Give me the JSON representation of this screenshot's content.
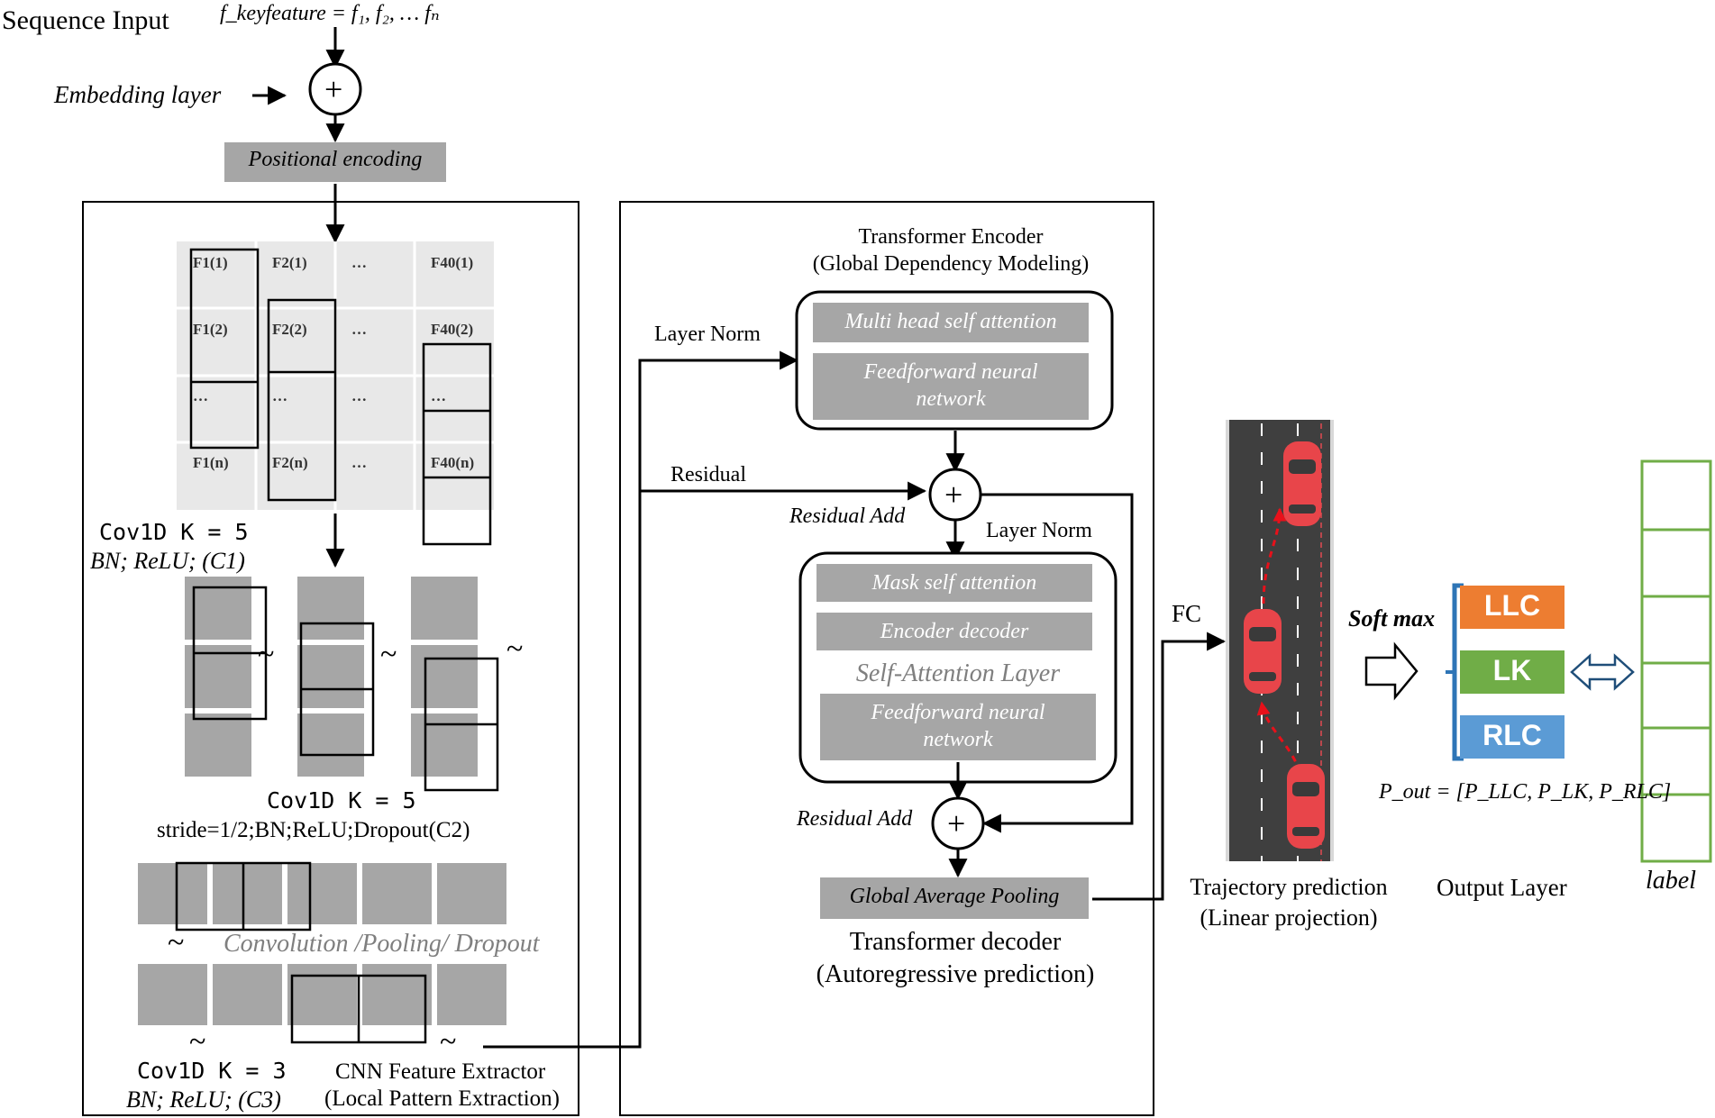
{
  "input": {
    "title": "Sequence Input",
    "formula": "f_keyfeature = f₁, f₂, … fₙ",
    "embedding": "Embedding layer",
    "positional": "Positional encoding"
  },
  "cnn": {
    "grid": {
      "row1": [
        "F1(1)",
        "F2(1)",
        "…",
        "F40(1)"
      ],
      "row2": [
        "F1(2)",
        "F2(2)",
        "…",
        "F40(2)"
      ],
      "row3": [
        "…",
        "…",
        "…",
        "…"
      ],
      "row4": [
        "F1(n)",
        "F2(n)",
        "…",
        "F40(n)"
      ]
    },
    "c1_line1": "Cov1D K = 5",
    "c1_line2": "BN; ReLU; (C1)",
    "c2_line1": "Cov1D K = 5",
    "c2_line2": "stride=1/2;BN;ReLU;Dropout(C2)",
    "conv_pool": "Convolution /Pooling/ Dropout",
    "c3_line1": "Cov1D K = 3",
    "c3_line2": "BN; ReLU; (C3)",
    "title_line1": "CNN Feature Extractor",
    "title_line2": "(Local Pattern Extraction)",
    "tilde": "~"
  },
  "transformer": {
    "encoder_line1": "Transformer Encoder",
    "encoder_line2": "(Global Dependency Modeling)",
    "mhsa": "Multi head self attention",
    "ffn_enc_1": "Feedforward neural",
    "ffn_enc_2": "network",
    "layer_norm_1": "Layer Norm",
    "residual": "Residual",
    "residual_add_1": "Residual Add",
    "layer_norm_2": "Layer Norm",
    "mask_attention": "Mask self attention",
    "encoder_decoder": "Encoder decoder",
    "self_attention_layer": "Self-Attention Layer",
    "ffn_dec_1": "Feedforward neural",
    "ffn_dec_2": "network",
    "residual_add_2": "Residual Add",
    "gap": "Global Average Pooling",
    "decoder_line1": "Transformer decoder",
    "decoder_line2": "(Autoregressive prediction)",
    "plus": "+"
  },
  "trajectory": {
    "fc": "FC",
    "line1": "Trajectory prediction",
    "line2": "(Linear projection)"
  },
  "output": {
    "softmax": "Soft max",
    "llc": "LLC",
    "lk": "LK",
    "rlc": "RLC",
    "pout": "P_out = [P_LLC, P_LK, P_RLC]",
    "layer": "Output Layer",
    "label": "label"
  },
  "colors": {
    "gray_block": "#a6a6a6",
    "grid_bg": "#e8e8e8",
    "road": "#3f3f3f",
    "car": "#e8454a",
    "llc": "#ed7d31",
    "lk": "#70ad47",
    "rlc": "#5b9bd5",
    "label_green": "#70ad47",
    "bracket": "#2e75b6"
  }
}
